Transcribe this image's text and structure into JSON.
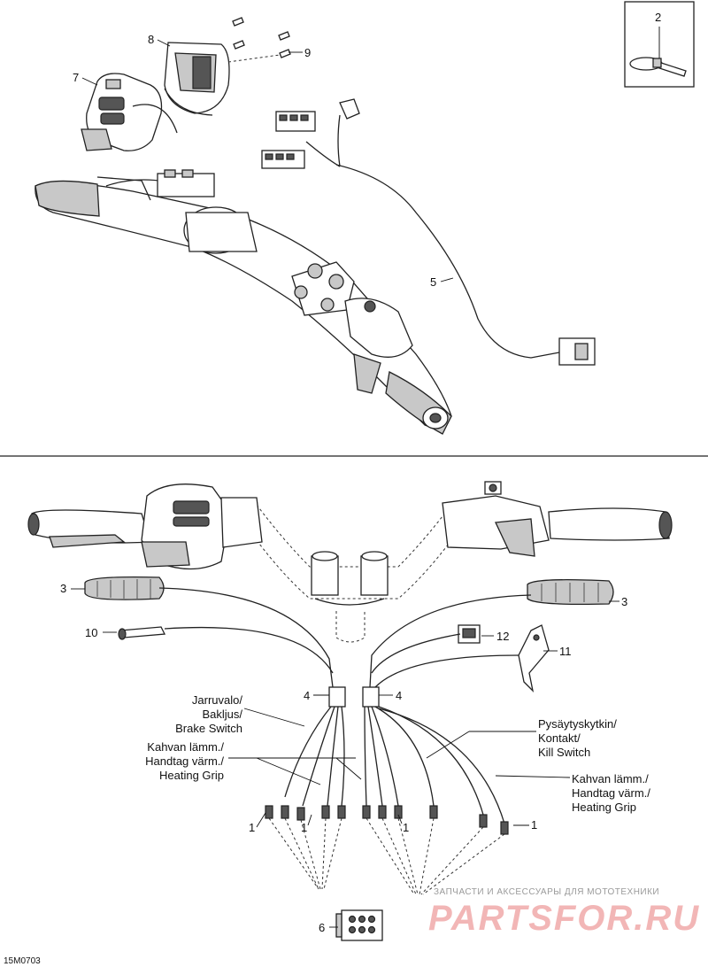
{
  "callouts": {
    "c1a": "1",
    "c1b": "1",
    "c1c": "1",
    "c1d": "1",
    "c2": "2",
    "c3l": "3",
    "c3r": "3",
    "c4l": "4",
    "c4r": "4",
    "c5": "5",
    "c6": "6",
    "c7": "7",
    "c8": "8",
    "c9": "9",
    "c10": "10",
    "c11": "11",
    "c12": "12"
  },
  "labels": {
    "brake": [
      "Jarruvalo/",
      "Bakljus/",
      "Brake Switch"
    ],
    "heat_left": [
      "Kahvan lämm./",
      "Handtag värm./",
      "Heating Grip"
    ],
    "kill": [
      "Pysäytyskytkin/",
      "Kontakt/",
      "Kill Switch"
    ],
    "heat_right": [
      "Kahvan lämm./",
      "Handtag värm./",
      "Heating Grip"
    ]
  },
  "figure_code": "15M0703",
  "watermark": {
    "line1": "ЗАПЧАСТИ И АКСЕССУАРЫ ДЛЯ МОТОТЕХНИКИ",
    "line2": "PARTSFOR.RU"
  },
  "colors": {
    "ink": "#222222",
    "watermark": "#f2b6b6"
  }
}
